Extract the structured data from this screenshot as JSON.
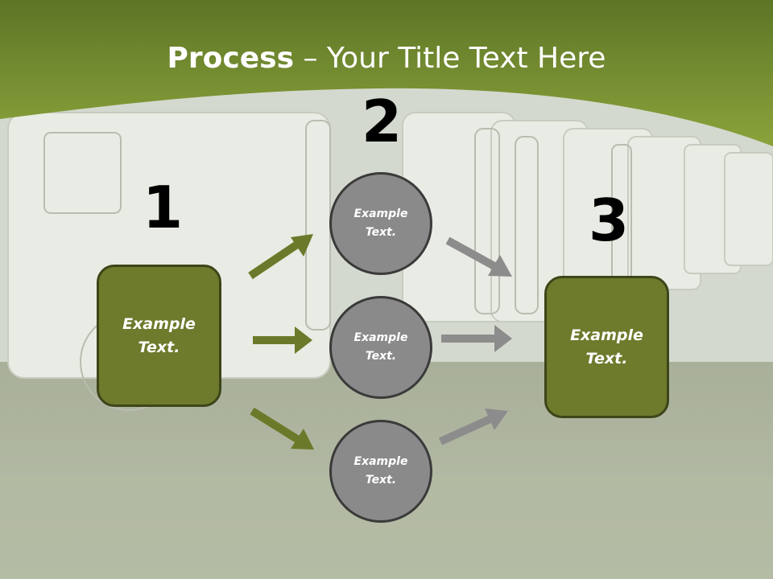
{
  "title": {
    "bold": "Process",
    "rest": " – Your Title Text Here"
  },
  "steps": {
    "one": {
      "number": "1",
      "text": "Example\nText."
    },
    "two": {
      "number": "2",
      "items": [
        {
          "text": "Example\nText."
        },
        {
          "text": "Example\nText."
        },
        {
          "text": "Example\nText."
        }
      ]
    },
    "three": {
      "number": "3",
      "text": "Example\nText."
    }
  },
  "colors": {
    "header": "#6f8a2a",
    "box": "#6e7a2c",
    "circle": "#8a8a8a",
    "arrow_green": "#6b7a2a",
    "arrow_gray": "#8c8c8c"
  }
}
